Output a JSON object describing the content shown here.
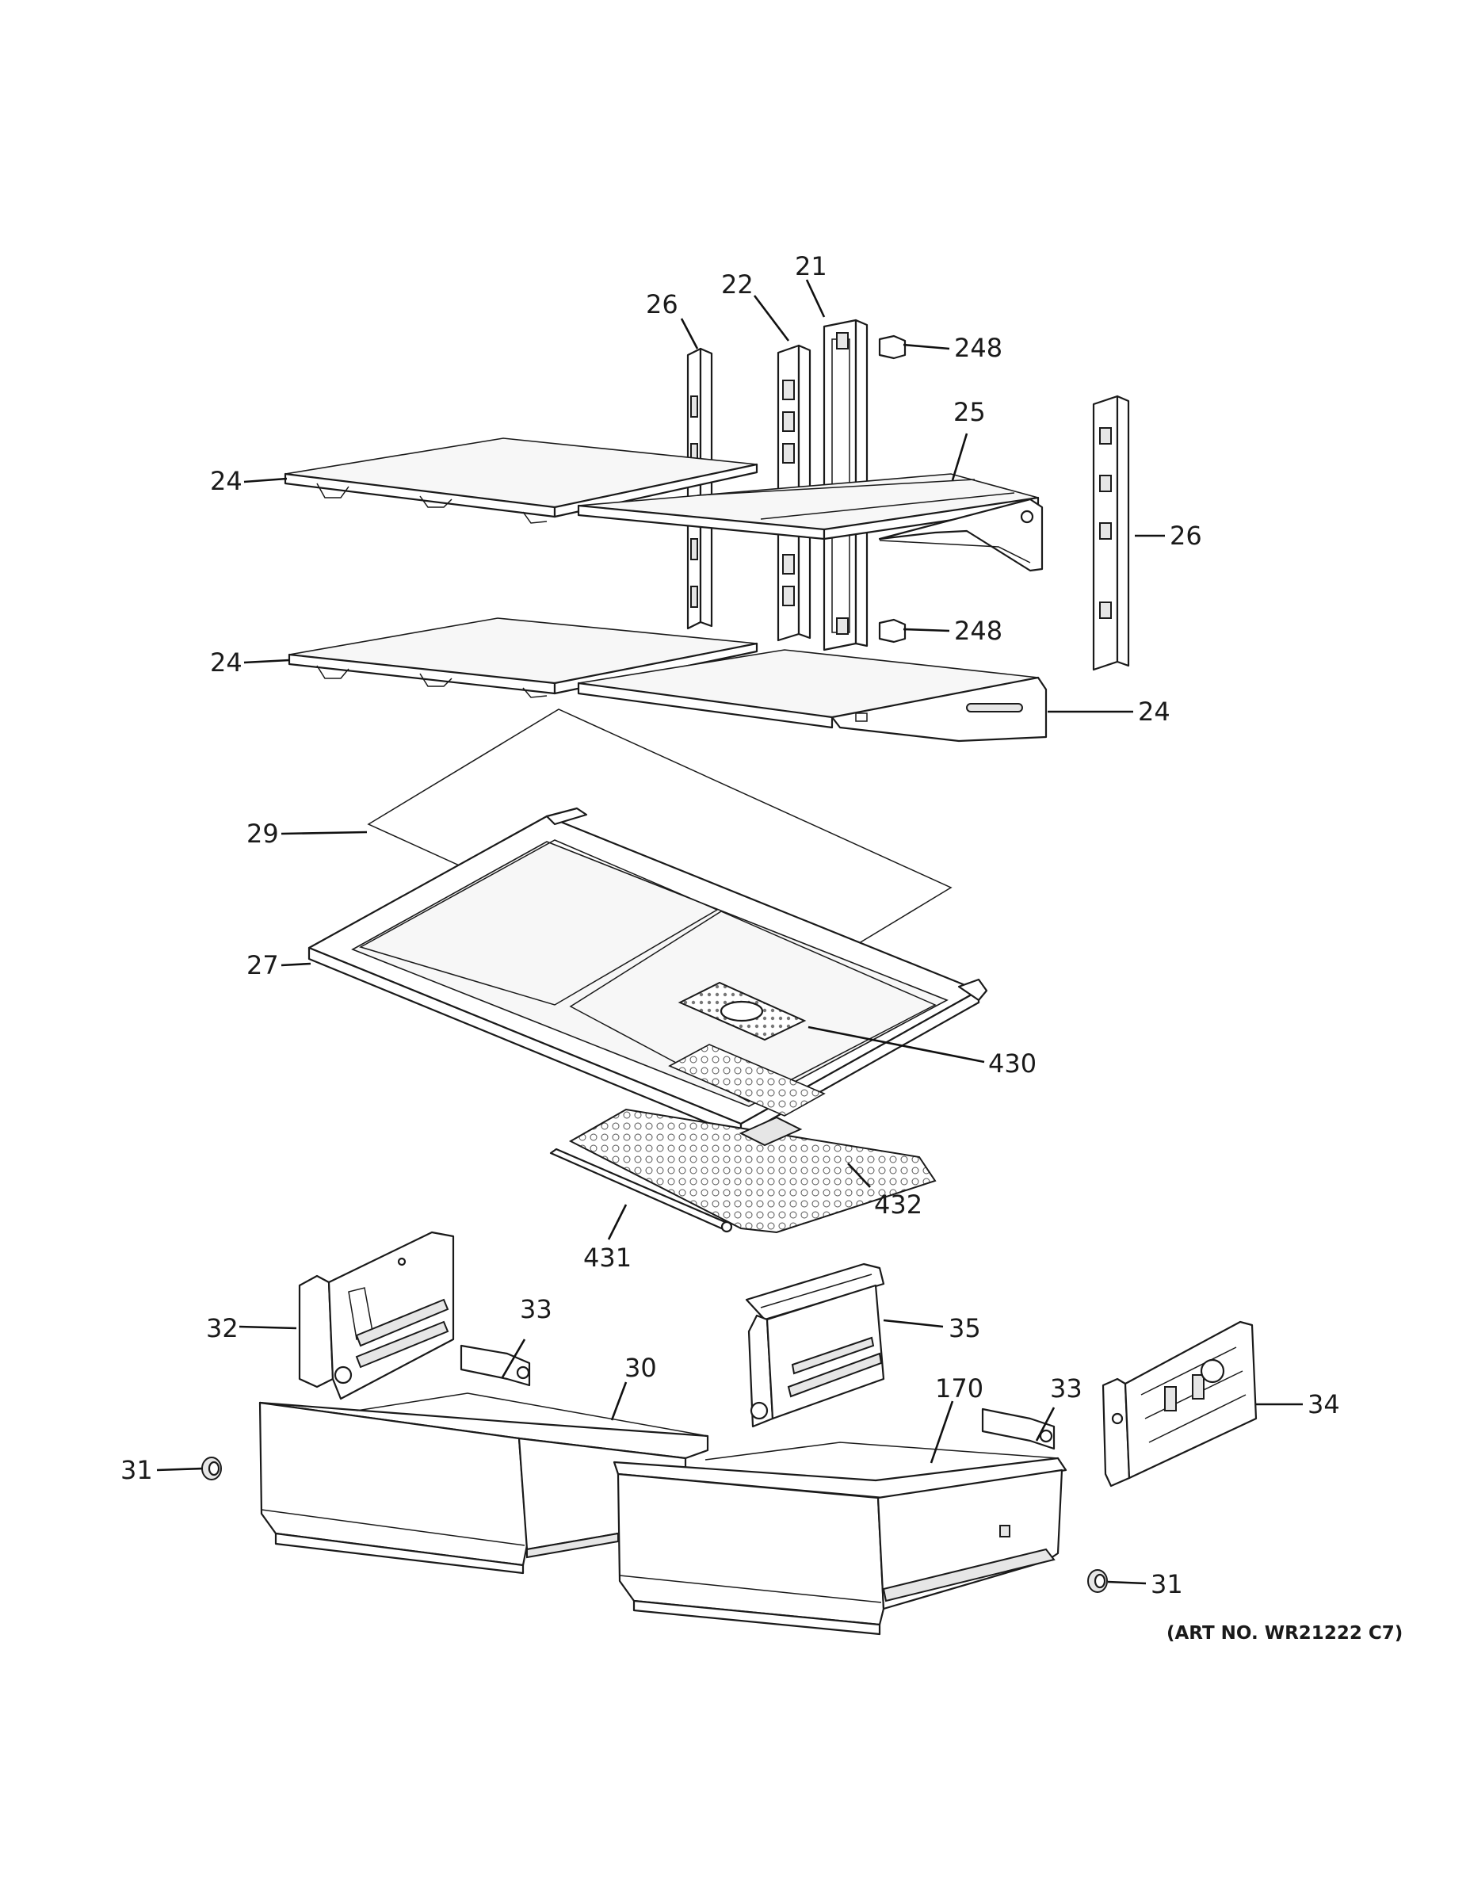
{
  "diagram": {
    "art_number": "(ART NO. WR21222 C7)",
    "callouts": [
      {
        "id": "c-21",
        "label": "21"
      },
      {
        "id": "c-22",
        "label": "22"
      },
      {
        "id": "c-26-left",
        "label": "26"
      },
      {
        "id": "c-248-top",
        "label": "248"
      },
      {
        "id": "c-25",
        "label": "25"
      },
      {
        "id": "c-24-top",
        "label": "24"
      },
      {
        "id": "c-26-right",
        "label": "26"
      },
      {
        "id": "c-248-mid",
        "label": "248"
      },
      {
        "id": "c-24-mid",
        "label": "24"
      },
      {
        "id": "c-24-right",
        "label": "24"
      },
      {
        "id": "c-29",
        "label": "29"
      },
      {
        "id": "c-27",
        "label": "27"
      },
      {
        "id": "c-430",
        "label": "430"
      },
      {
        "id": "c-432",
        "label": "432"
      },
      {
        "id": "c-431",
        "label": "431"
      },
      {
        "id": "c-32",
        "label": "32"
      },
      {
        "id": "c-33-left",
        "label": "33"
      },
      {
        "id": "c-30",
        "label": "30"
      },
      {
        "id": "c-35",
        "label": "35"
      },
      {
        "id": "c-170",
        "label": "170"
      },
      {
        "id": "c-33-right",
        "label": "33"
      },
      {
        "id": "c-34",
        "label": "34"
      },
      {
        "id": "c-31-left",
        "label": "31"
      },
      {
        "id": "c-31-right",
        "label": "31"
      }
    ]
  }
}
